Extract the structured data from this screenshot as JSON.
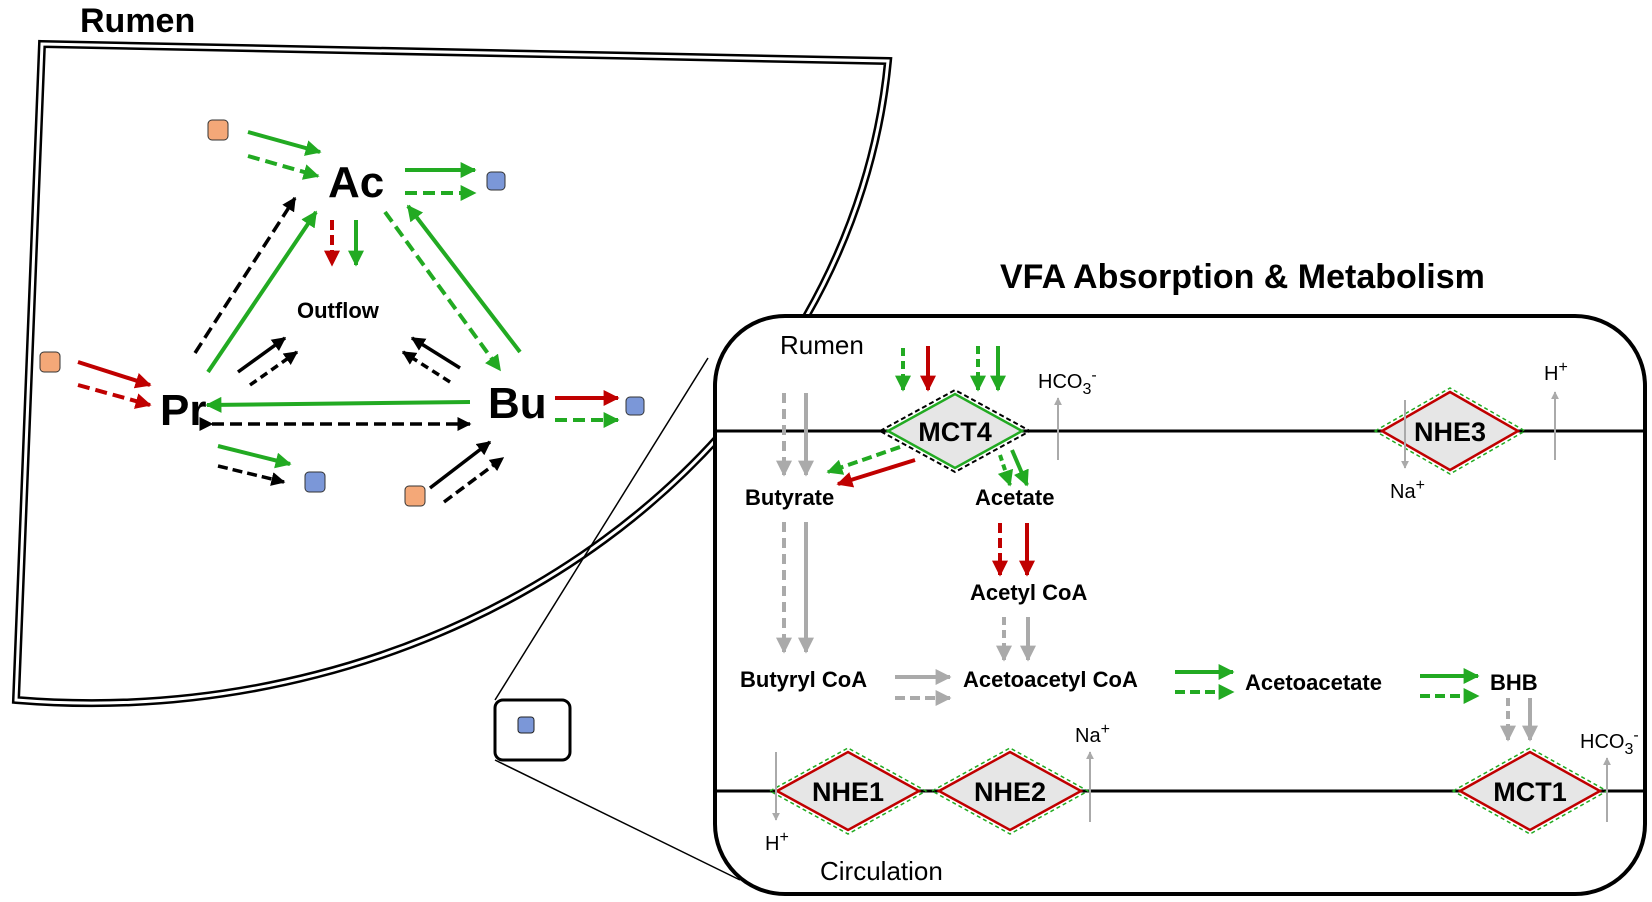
{
  "rumen_panel": {
    "title": "Rumen",
    "nodes": {
      "acetate": "Ac",
      "propionate": "Pr",
      "butyrate": "Bu"
    },
    "outflow": "Outflow"
  },
  "vfa_panel": {
    "title": "VFA Absorption & Metabolism",
    "rumen_side": "Rumen",
    "blood_side": "Circulation",
    "metabolites": {
      "butyrate": "Butyrate",
      "acetate": "Acetate",
      "acetyl_coa": "Acetyl CoA",
      "butyryl_coa": "Butyryl CoA",
      "acetoacetyl_coa": "Acetoacetyl CoA",
      "acetoacetate": "Acetoacetate",
      "bhb": "BHB"
    },
    "transporters": {
      "mct4": "MCT4",
      "nhe3": "NHE3",
      "nhe1": "NHE1",
      "nhe2": "NHE2",
      "mct1": "MCT1"
    },
    "ions": {
      "hco3_top": "HCO",
      "hco3_top_sub": "3",
      "hco3_top_sup": "-",
      "h_top": "H",
      "h_top_sup": "+",
      "na_top": "Na",
      "na_top_sup": "+",
      "na_bottom": "Na",
      "na_bottom_sup": "+",
      "h_bottom": "H",
      "h_bottom_sup": "+",
      "hco3_bottom": "HCO",
      "hco3_bottom_sub": "3",
      "hco3_bottom_sup": "-"
    }
  },
  "colors": {
    "green": "#22aa22",
    "red": "#c00000",
    "black": "#000000",
    "gray": "#aaaaaa",
    "input_square": "#f4a878",
    "output_square": "#7b97d8",
    "transporter_fill": "#e6e6e6"
  }
}
